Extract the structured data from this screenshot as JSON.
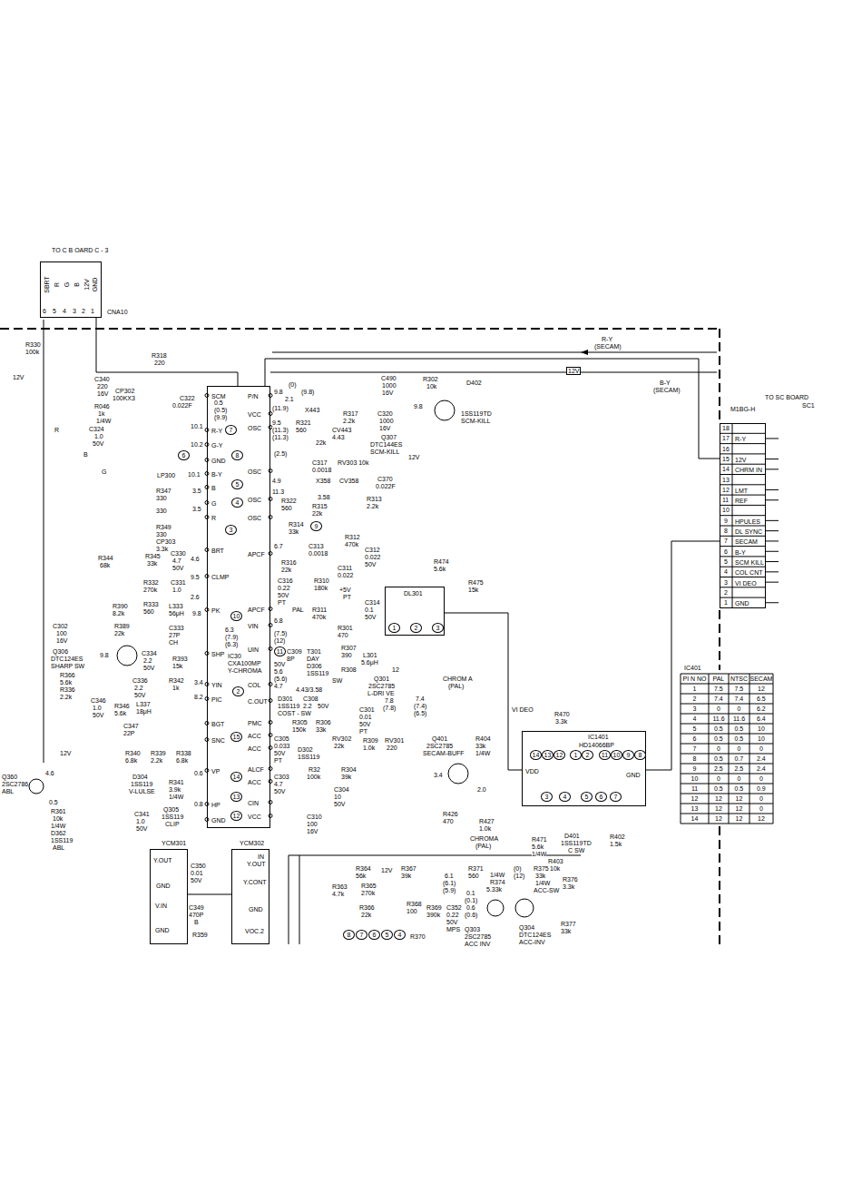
{
  "diagram": {
    "nodes": [
      {
        "text": [
          "SBRT",
          "R",
          "G",
          "B",
          "12V",
          "GND"
        ]
      },
      {
        "text": [
          "IC30",
          "CXA100MP",
          "Y-CHROMA",
          "SCM",
          "R-Y",
          "G-Y",
          "GND",
          "B-Y",
          "B",
          "G",
          "R",
          "BRT",
          "CLMP",
          "PK",
          "SHP",
          "YIN",
          "PIC",
          "BGT",
          "SNC",
          "VP",
          "HP",
          "GND",
          "P/N",
          "VCC",
          "OSC",
          "OSC",
          "OSC",
          "OSC",
          "APCF",
          "APCF",
          "VIN",
          "UIN",
          "COL",
          "C.OUT",
          "PMC",
          "ACC",
          "ACC",
          "ALCF",
          "ACC",
          "CIN",
          "VCC"
        ]
      },
      {
        "text": [
          "R-Y",
          "12V",
          "CHRM IN",
          "LMT",
          "REF",
          "HPULES",
          "DL SYNC",
          "SECAM",
          "B-Y",
          "SCM KILL",
          "COL CNT",
          "VI DEO",
          "GND"
        ]
      },
      {
        "text": [
          "IC1401",
          "HD14066BP"
        ]
      },
      {
        "text": [
          "DL301"
        ]
      },
      {
        "text": [
          "YCM301",
          "Y.OUT",
          "GND",
          "V.IN",
          "GND"
        ]
      },
      {
        "text": [
          "YCM302",
          "IN",
          "Y.OUT",
          "Y.CONT",
          "GND",
          "VOC.2"
        ]
      }
    ],
    "edges": [
      {
        "from": 0,
        "to": 1,
        "arrow": "none"
      },
      {
        "from": 1,
        "to": 2,
        "arrow": "none"
      },
      {
        "from": 3,
        "to": 2,
        "arrow": "none"
      },
      {
        "from": 4,
        "to": 3,
        "arrow": "none"
      },
      {
        "from": 5,
        "to": 6,
        "arrow": "none"
      }
    ],
    "labels": [
      "TO C B OARD C - 3",
      "6",
      "5",
      "4",
      "3",
      "2",
      "1",
      "CNA10",
      "R330",
      "100k",
      "12V",
      "R",
      "B",
      "G",
      "C340",
      "220",
      "16V",
      "CP302",
      "100KX3",
      "R046",
      "1k",
      "1/4W",
      "C324",
      "1.0",
      "50V",
      "R318",
      "220",
      "C322",
      "0.022F",
      "10.1",
      "10.2",
      "10.1",
      "LP300",
      "3.5",
      "3.5",
      "R347",
      "330",
      "330",
      "R349",
      "330",
      "CP303",
      "3.3k",
      "4.6",
      "9.5",
      "2.6",
      "9.8",
      "R344",
      "68k",
      "R345",
      "33k",
      "C330",
      "4.7",
      "50V",
      "R332",
      "270k",
      "C331",
      "1.0",
      "R390",
      "8.2k",
      "R333",
      "560",
      "L333",
      "56μH",
      "C302",
      "100",
      "16V",
      "R389",
      "22k",
      "C333",
      "27P",
      "CH",
      "9.8",
      "Q306",
      "DTC124ES",
      "SHARP SW",
      "R366",
      "5.6k",
      "R336",
      "2.2k",
      "C334",
      "2.2",
      "50V",
      "R393",
      "15k",
      "C336",
      "2.2",
      "50V",
      "R342",
      "1k",
      "3.4",
      "8.2",
      "C346",
      "1.0",
      "50V",
      "R346",
      "5.6k",
      "L337",
      "18μH",
      "C347",
      "22P",
      "R340",
      "6.8k",
      "R339",
      "2.2k",
      "R338",
      "6.8k",
      "0.6",
      "0.8",
      "12V",
      "D304",
      "1SS119",
      "V-LULSE",
      "R341",
      "3.9k",
      "1/4W",
      "C341",
      "1.0",
      "50V",
      "Q305",
      "1SS119",
      "CLIP",
      "Q360",
      "2SC2786",
      "ABL",
      "4.6",
      "0.5",
      "R361",
      "10k",
      "1/4W",
      "D362",
      "1SS119",
      "ABL",
      "0.5",
      "(0.5)",
      "(9.9)",
      "7",
      "6",
      "8",
      "5",
      "4",
      "3",
      "10",
      "6.3",
      "(7.9)",
      "(6.3)",
      "2",
      "15",
      "14",
      "13",
      "12",
      "9.8",
      "(0)",
      "(9.8)",
      "2.1",
      "(11.9)",
      "X443",
      "R317",
      "2.2k",
      "C320",
      "1000",
      "16V",
      "9.5",
      "(11.3)",
      "(11.3)",
      "R321",
      "560",
      "CV443",
      "4.43",
      "22k",
      "(2.5)",
      "C317",
      "0.0018",
      "RV303 10k",
      "C490",
      "1000",
      "16V",
      "R302",
      "10k",
      "9.8",
      "Q307",
      "DTC144ES",
      "SCM-KILL",
      "12V",
      "D402",
      "1SS119TD",
      "SCM-KILL",
      "12V",
      "R-Y",
      "(SECAM)",
      "B-Y",
      "(SECAM)",
      "C370",
      "0.022F",
      "4.9",
      "X358",
      "CV358",
      "11.3",
      "R322",
      "560",
      "3.58",
      "R315",
      "22k",
      "R313",
      "2.2k",
      "R314",
      "33k",
      "9",
      "6.7",
      "C313",
      "0.0018",
      "R312",
      "470k",
      "C312",
      "0.022",
      "50V",
      "R474",
      "5.6k",
      "R475",
      "15k",
      "R316",
      "22k",
      "R310",
      "180k",
      "C311",
      "0.022",
      "+5V",
      "PT",
      "C316",
      "0.22",
      "50V",
      "PT",
      "C314",
      "0.1",
      "50V",
      "R311",
      "470k",
      "R301",
      "470",
      "PAL",
      "6.8",
      "(7.5)",
      "(12)",
      "11",
      "C309",
      "8P",
      "50V",
      "5.6",
      "(5.6)",
      "4.7",
      "T301",
      "DAY",
      "D306",
      "1SS119",
      "4.43/3.58",
      "SW",
      "R307",
      "390",
      "R308",
      "L301",
      "5.6μH",
      "12",
      "Q301",
      "2SC2785",
      "L-DRI VE",
      "7.8",
      "(7.8)",
      "7.4",
      "(7.4)",
      "(6.5)",
      "C301",
      "0.01",
      "50V",
      "PT",
      "R309",
      "1.0k",
      "RV301",
      "220",
      "CHROM A",
      "(PAL)",
      "D301",
      "1SS119",
      "C308",
      "2.2",
      "50V",
      "COST - SW",
      "R305",
      "150k",
      "R306",
      "33k",
      "C305",
      "0.033",
      "50V",
      "PT",
      "D302",
      "1SS119",
      "RV302",
      "22k",
      "R32",
      "100k",
      "R304",
      "39k",
      "C303",
      "4.7",
      "50V",
      "C304",
      "10",
      "50V",
      "C310",
      "100",
      "16V",
      "Q401",
      "2SC2785",
      "SECAM-BUFF",
      "3.4",
      "2.0",
      "R404",
      "33k",
      "1/4W",
      "R426",
      "470",
      "R427",
      "1.0k",
      "VI DEO",
      "R470",
      "3.3k",
      "CHROMA",
      "(PAL)",
      "R471",
      "5.6k",
      "1/4W",
      "R403",
      "10k",
      "D401",
      "1SS119TD",
      "C SW",
      "R402",
      "1.5k",
      "M1BG-H",
      "TO SC BOARD",
      "SC1",
      "C350",
      "0.01",
      "50V",
      "C349",
      "470P",
      "B",
      "R359",
      "R363",
      "4.7k",
      "R364",
      "56k",
      "12V",
      "R367",
      "39k",
      "6.1",
      "(6.1)",
      "(5.9)",
      "R365",
      "270k",
      "R366",
      "22k",
      "R368",
      "100",
      "R369",
      "390k",
      "C352",
      "0.22",
      "50V",
      "MPS",
      "0.1",
      "(0.1)",
      "0.6",
      "(0.6)",
      "Q303",
      "2SC2785",
      "ACC INV",
      "R370",
      "R371",
      "560",
      "1/4W",
      "R374",
      "5.33k",
      "(0)",
      "(12)",
      "R375",
      "33k",
      "1/4W",
      "ACC-SW",
      "R376",
      "3.3k",
      "Q304",
      "DTC124ES",
      "ACC-INV",
      "R377",
      "33k",
      "8",
      "7",
      "6",
      "5",
      "4",
      "14",
      "13",
      "12",
      "1",
      "2",
      "11",
      "10",
      "9",
      "8",
      "VDD",
      "GND",
      "3",
      "4",
      "5",
      "6",
      "7",
      "1",
      "2",
      "3",
      "18",
      "17",
      "16",
      "15",
      "14",
      "13",
      "12",
      "11",
      "10",
      "9",
      "8",
      "7",
      "6",
      "5",
      "4",
      "3",
      "2",
      "1",
      "IC401",
      "PI N NO",
      "PAL",
      "NTSC",
      "SECAM",
      "1",
      "7.5",
      "7.5",
      "12",
      "2",
      "7.4",
      "7.4",
      "6.5",
      "3",
      "0",
      "0",
      "6.2",
      "4",
      "11.6",
      "11.6",
      "6.4",
      "5",
      "0.5",
      "0.5",
      "10",
      "6",
      "0.5",
      "0.5",
      "10",
      "7",
      "0",
      "0",
      "0",
      "8",
      "0.5",
      "0.7",
      "2.4",
      "9",
      "2.5",
      "2.5",
      "2.4",
      "10",
      "0",
      "0",
      "0",
      "11",
      "0.5",
      "0.5",
      "0.9",
      "12",
      "12",
      "12",
      "0",
      "13",
      "12",
      "12",
      "0",
      "14",
      "12",
      "12",
      "12"
    ]
  }
}
